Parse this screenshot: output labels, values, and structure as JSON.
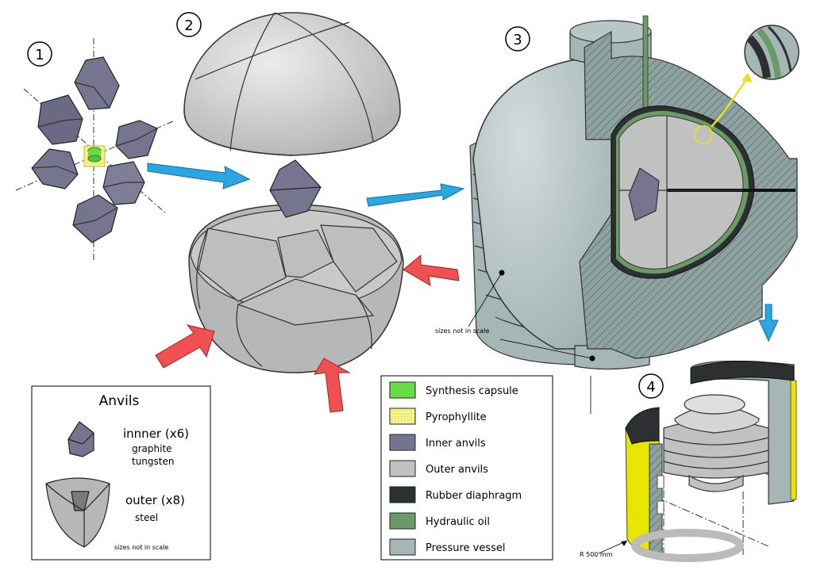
{
  "steps": [
    {
      "number": "1"
    },
    {
      "number": "2"
    },
    {
      "number": "3"
    },
    {
      "number": "4"
    }
  ],
  "anvils_box": {
    "title": "Anvils",
    "inner_label": "innner (x6)",
    "inner_material_1": "graphite",
    "inner_material_2": "tungsten",
    "outer_label": "outer (x8)",
    "outer_material": "steel",
    "note": "sizes not in scale"
  },
  "legend": {
    "items": [
      {
        "label": "Synthesis capsule",
        "color": "#66dd44"
      },
      {
        "label": "Pyrophyllite",
        "color": "#f4f48a"
      },
      {
        "label": "Inner anvils",
        "color": "#76758f"
      },
      {
        "label": "Outer anvils",
        "color": "#c0c2c2"
      },
      {
        "label": "Rubber diaphragm",
        "color": "#2c3030"
      },
      {
        "label": "Hydraulic oil",
        "color": "#6a9a66"
      },
      {
        "label": "Pressure vessel",
        "color": "#a6b6b6"
      }
    ]
  },
  "annotations": {
    "scale_note": "sizes not in scale",
    "radius": "R 500 mm"
  },
  "colors": {
    "arrow_blue": "#2aa6e0",
    "arrow_red": "#f05050",
    "highlight_yellow": "#f4f48a",
    "vessel": "#a6b6b6",
    "outer_anvil": "#c0c2c2",
    "inner_anvil": "#76758f",
    "diaphragm": "#2c3030",
    "oil": "#6a9a66",
    "capsule": "#66dd44",
    "yellow_ring": "#e8e020"
  }
}
